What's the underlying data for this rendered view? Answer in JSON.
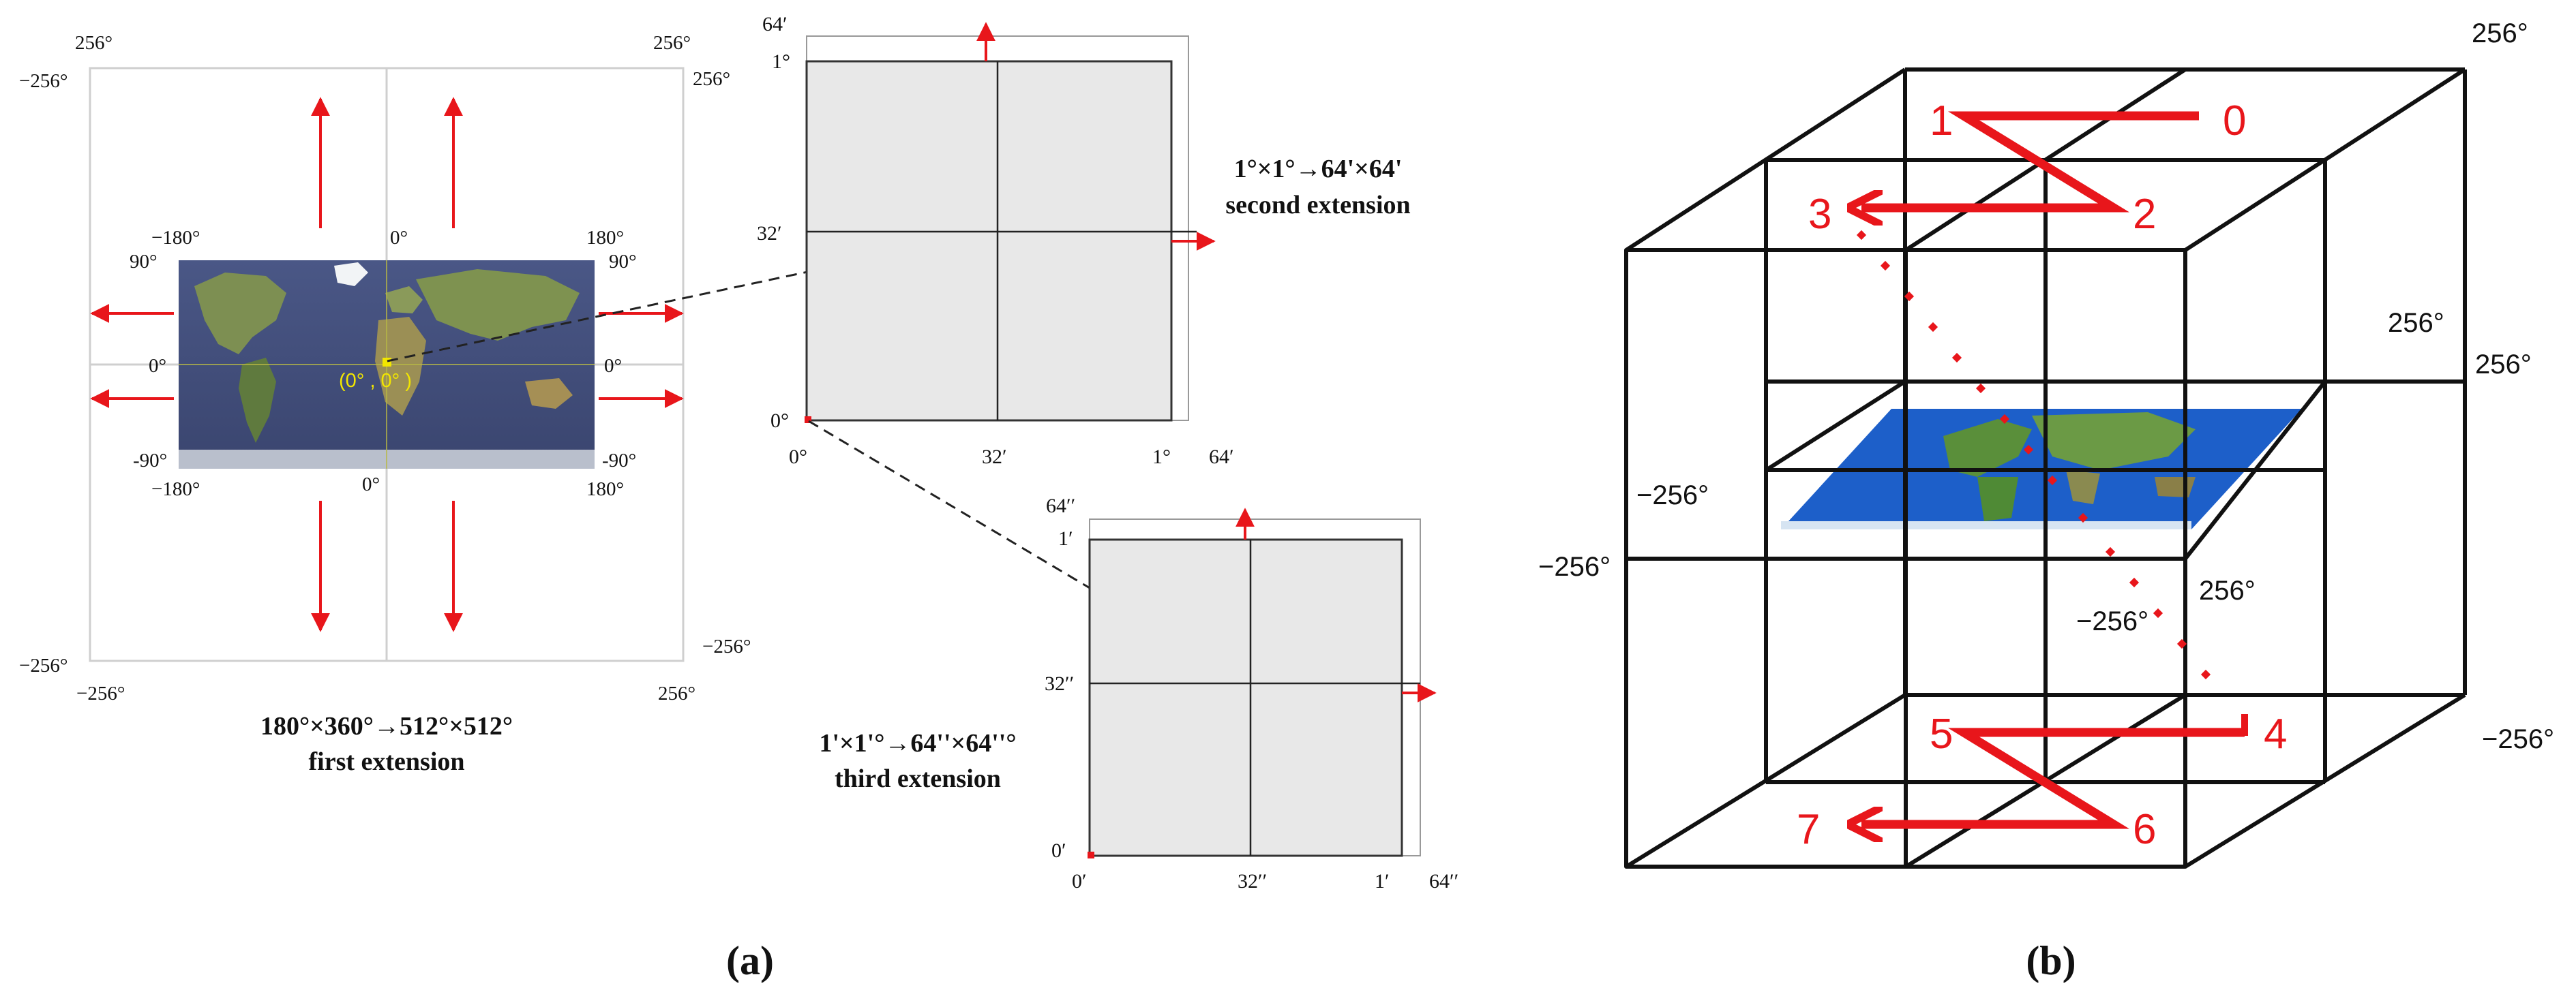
{
  "panel_a": {
    "caption": "(a)",
    "first": {
      "outer": {
        "tl_top": "256°",
        "tr_top": "256°",
        "tl_left": "−256°",
        "tr_right": "256°",
        "bl_left": "−256°",
        "br_right": "−256°",
        "bl_bottom": "−256°",
        "br_bottom": "256°"
      },
      "map": {
        "top_left": "−180°",
        "top_mid": "0°",
        "top_right": "180°",
        "left_90": "90°",
        "right_90": "90°",
        "left_0": "0°",
        "right_0": "0°",
        "left_m90": "-90°",
        "right_m90": "-90°",
        "bot_left": "−180°",
        "bot_mid": "0°",
        "bot_right": "180°",
        "origin": "(0° , 0° )"
      },
      "caption_line1": "180°×360°→512°×512°",
      "caption_line2": "first extension"
    },
    "second": {
      "top_label": "64′",
      "one_label": "1°",
      "mid_label": "32′",
      "zero_label": "0°",
      "x_zero": "0°",
      "x_mid": "32′",
      "x_one": "1°",
      "x_end": "64′",
      "caption_line1": "1°×1°→64'×64'",
      "caption_line2": "second extension"
    },
    "third": {
      "top_label": "64′′",
      "one_label": "1′",
      "mid_label": "32′′",
      "zero_label": "0′",
      "x_zero": "0′",
      "x_mid": "32′′",
      "x_one": "1′",
      "x_end": "64′′",
      "caption_line1": "1'×1'°→64''×64''°",
      "caption_line2": "third extension"
    }
  },
  "panel_b": {
    "caption": "(b)",
    "labels": {
      "top_right": "256°",
      "mid_right_a": "256°",
      "mid_right_b": "256°",
      "left_upper": "−256°",
      "left_lower": "−256°",
      "inner_a": "256°",
      "inner_b": "−256°",
      "bottom_right": "−256°"
    },
    "octants": [
      "0",
      "1",
      "2",
      "3",
      "4",
      "5",
      "6",
      "7"
    ]
  },
  "colors": {
    "red": "#e8161b",
    "grid": "#cfcfcf",
    "box": "#111111",
    "fill": "#e8e8e8"
  }
}
